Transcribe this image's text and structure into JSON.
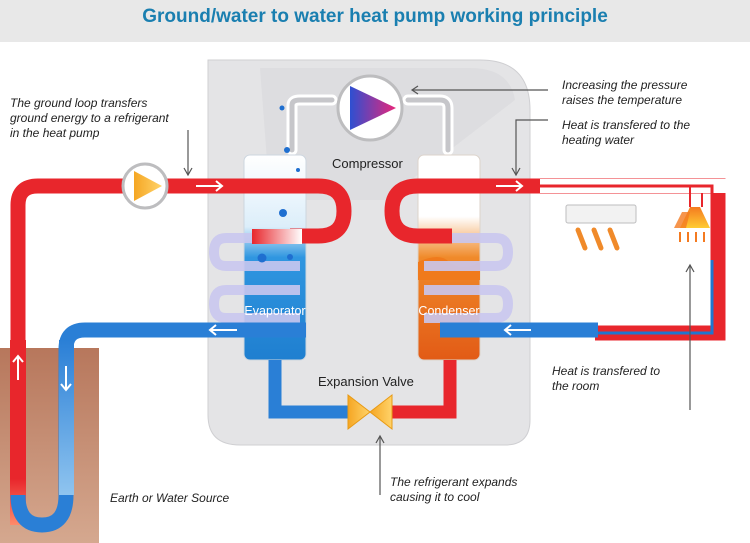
{
  "title": "Ground/water to water heat pump working principle",
  "labels": {
    "compressor": "Compressor",
    "evaporator": "Evaporator",
    "condenser": "Condenser",
    "expansion_valve": "Expansion Valve"
  },
  "notes": {
    "ground_loop": [
      "The ground loop transfers",
      "ground energy to a refrigerant",
      "in the heat pump"
    ],
    "pressure": [
      "Increasing the pressure",
      "raises the temperature"
    ],
    "heating_water": [
      "Heat is transfered to the",
      "heating water"
    ],
    "room": [
      "Heat is transfered to",
      "the room"
    ],
    "refrigerant": [
      "The refrigerant expands",
      "causing it to cool"
    ],
    "earth": "Earth or Water Source"
  },
  "colors": {
    "hot": "#e8262c",
    "cold": "#2a7fd6",
    "title": "#1a7fb0",
    "housing": "#e4e4e6",
    "condenser_fill": "#f07a1c",
    "evaporator_fill": "#2f96e0"
  }
}
